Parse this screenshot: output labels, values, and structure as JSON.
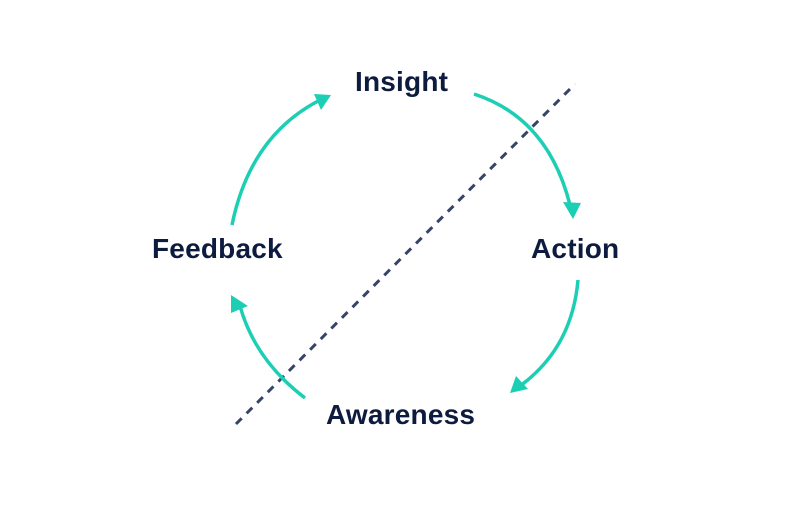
{
  "diagram": {
    "title": "",
    "nodes": [
      {
        "id": "insight",
        "label": "Insight"
      },
      {
        "id": "action",
        "label": "Action"
      },
      {
        "id": "awareness",
        "label": "Awareness"
      },
      {
        "id": "feedback",
        "label": "Feedback"
      }
    ],
    "edges": [
      {
        "from": "insight",
        "to": "action"
      },
      {
        "from": "action",
        "to": "awareness"
      },
      {
        "from": "awareness",
        "to": "feedback"
      },
      {
        "from": "feedback",
        "to": "insight"
      }
    ],
    "divider": {
      "style": "dashed"
    },
    "colors": {
      "arrow": "#1ccfb4",
      "text": "#0d1b3e",
      "divider": "#354468"
    }
  }
}
